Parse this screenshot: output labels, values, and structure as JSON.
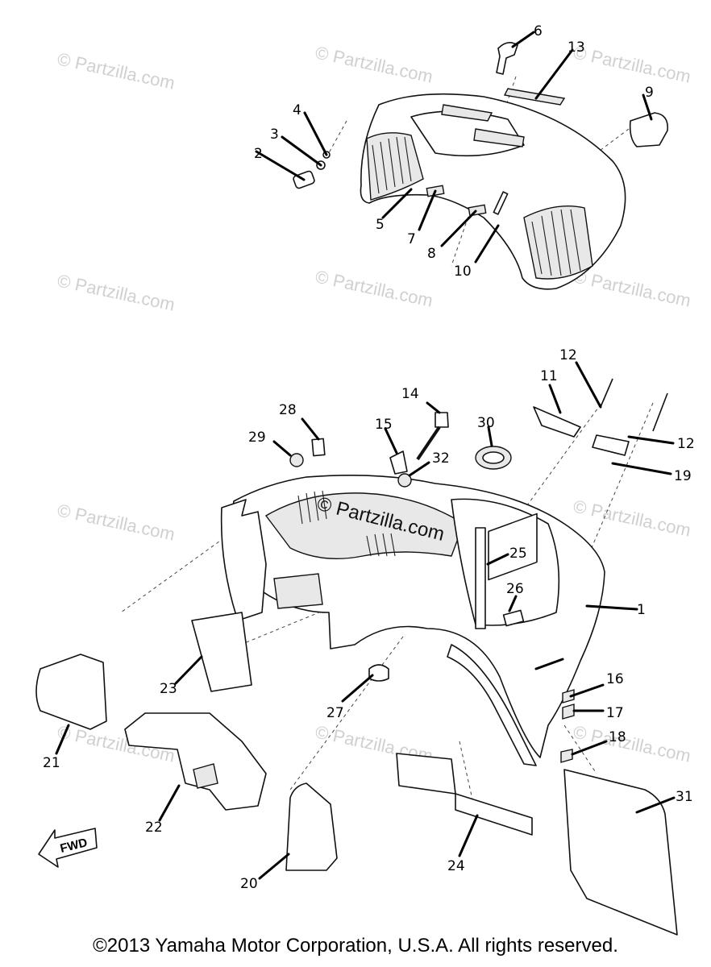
{
  "watermark": {
    "text": "© Partzilla.com",
    "center_text": "© Partzilla.com"
  },
  "fwd_label": "FWD",
  "callouts": [
    "1",
    "2",
    "3",
    "4",
    "5",
    "6",
    "7",
    "8",
    "9",
    "10",
    "11",
    "12",
    "12",
    "13",
    "14",
    "15",
    "16",
    "17",
    "18",
    "19",
    "20",
    "21",
    "22",
    "23",
    "24",
    "25",
    "26",
    "27",
    "28",
    "29",
    "30",
    "31",
    "32"
  ],
  "copyright": "©2013  Yamaha Motor Corporation, U.S.A. All rights reserved.",
  "colors": {
    "line": "#111111",
    "watermark": "#d0d0d0",
    "background": "#ffffff"
  }
}
